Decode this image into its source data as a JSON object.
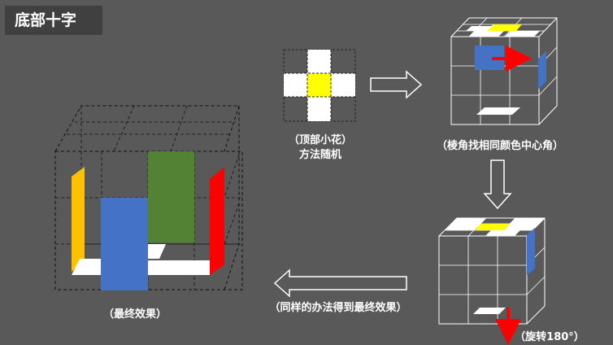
{
  "title": "底部十字",
  "captions": {
    "top_flower_line1": "（顶部小花）",
    "top_flower_line2": "方法随机",
    "edge_align": "（棱角找相同颜色中心角）",
    "rotate": "（旋转180°）",
    "repeat": "（同样的办法得到最终效果）",
    "final": "（最终效果）"
  },
  "colors": {
    "background": "#595959",
    "title_box": "#404040",
    "yellow": "#FFFF00",
    "white": "#FFFFFF",
    "blue": "#4472C4",
    "green": "#548235",
    "orange": "#FFC000",
    "red": "#FF0000"
  }
}
